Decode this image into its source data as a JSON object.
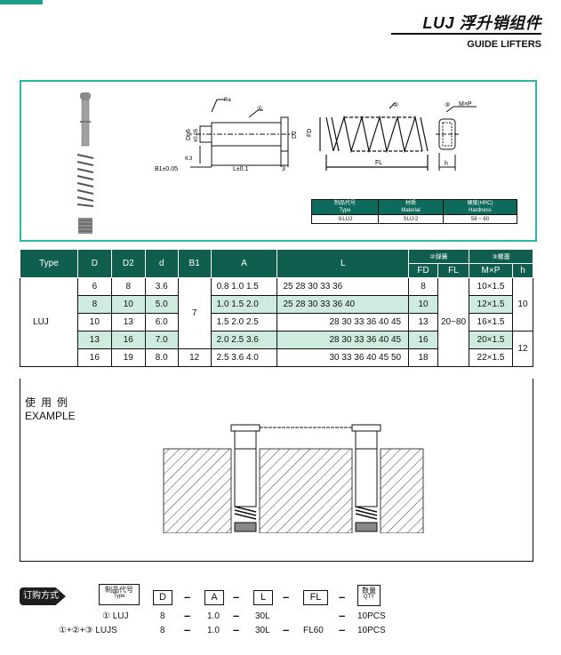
{
  "header": {
    "title": "LUJ 浮升销组件",
    "subtitle": "GUIDE LIFTERS"
  },
  "diagram": {
    "labels": {
      "callout1": "①",
      "callout2": "②",
      "callout3": "③",
      "ra": "Ra",
      "dg6": "Dg6",
      "tol": "±0.05",
      "d2": "D2",
      "fd": "FD",
      "fl": "FL",
      "h": "h",
      "mxp": "M×P",
      "b1": "B1±0.05",
      "l": "L±0.1",
      "three": "3",
      "six3": "6.3"
    },
    "material_table": {
      "headers": [
        [
          "制品代号",
          "Type"
        ],
        [
          "材质",
          "Material"
        ],
        [
          "硬度(HRC)",
          "Hardness"
        ]
      ],
      "row": [
        "①LUJ",
        "SUJ-2",
        "58 ~ 60"
      ]
    }
  },
  "spec_table": {
    "headers": {
      "type": "Type",
      "D": "D",
      "D2": "D2",
      "d": "d",
      "B1": "B1",
      "A": "A",
      "L": "L",
      "spring": "②弹簧",
      "screw": "③螺塞",
      "FD": "FD",
      "FL": "FL",
      "MxP": "M×P",
      "h": "h"
    },
    "type_value": "LUJ",
    "b1_shared": "7",
    "b1_last": "12",
    "fl_shared": "20~80",
    "h_top": "10",
    "h_bottom": "12",
    "rows": [
      {
        "D": "6",
        "D2": "8",
        "d": "3.6",
        "A": "0.8  1.0  1.5",
        "L": "25 28 30 33 36",
        "FD": "8",
        "MxP": "10×1.5"
      },
      {
        "D": "8",
        "D2": "10",
        "d": "5.0",
        "A": "1.0  1.5  2.0",
        "L": "25 28 30 33 36 40",
        "FD": "10",
        "MxP": "12×1.5"
      },
      {
        "D": "10",
        "D2": "13",
        "d": "6.0",
        "A": "1.5  2.0  2.5",
        "L": "28 30 33 36 40 45",
        "FD": "13",
        "MxP": "16×1.5"
      },
      {
        "D": "13",
        "D2": "16",
        "d": "7.0",
        "A": "2.0  2.5  3.6",
        "L": "28 30 33 36 40 45",
        "FD": "16",
        "MxP": "20×1.5"
      },
      {
        "D": "16",
        "D2": "19",
        "d": "8.0",
        "A": "2.5  3.6  4.0",
        "L": "30 33 36 40 45 50",
        "FD": "18",
        "MxP": "22×1.5"
      }
    ]
  },
  "example": {
    "label_cn": "使用例",
    "label_en": "EXAMPLE"
  },
  "ordering": {
    "badge": "订购方式",
    "box_type_cn": "制品代号",
    "box_type_en": "Type",
    "box_d": "D",
    "box_a": "A",
    "box_l": "L",
    "box_fl": "FL",
    "box_qty_cn": "数量",
    "box_qty_en": "QTY",
    "row1": {
      "prefix": "① LUJ",
      "d": "8",
      "a": "1.0",
      "l": "30L",
      "fl": "",
      "qty": "10PCS"
    },
    "row2": {
      "prefix": "①+②+③ LUJS",
      "d": "8",
      "a": "1.0",
      "l": "30L",
      "fl": "FL60",
      "qty": "10PCS"
    }
  }
}
